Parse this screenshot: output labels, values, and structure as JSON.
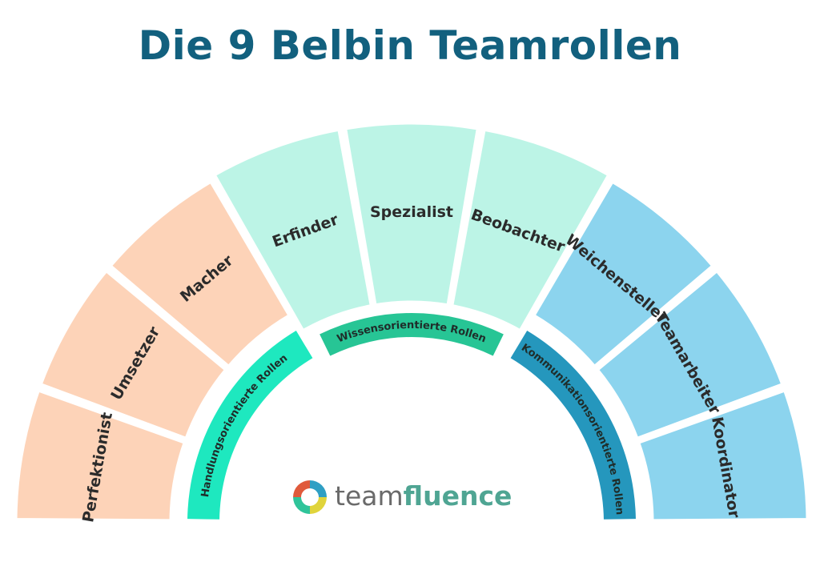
{
  "title": "Die 9 Belbin Teamrollen",
  "colors": {
    "title": "#12607e",
    "action": "#fdd3b8",
    "knowledge": "#bcf4e6",
    "communication": "#8cd4ee",
    "action_band": "#1ee8bf",
    "knowledge_band": "#27c595",
    "communication_band": "#2597bd"
  },
  "categories": [
    {
      "label": "Handlungsorientierte Rollen",
      "color": "action_band"
    },
    {
      "label": "Wissensorientierte Rollen",
      "color": "knowledge_band"
    },
    {
      "label": "Kommunikationsorientierte Rollen",
      "color": "communication_band"
    }
  ],
  "roles": [
    {
      "label": "Perfektionist",
      "group": "action"
    },
    {
      "label": "Umsetzer",
      "group": "action"
    },
    {
      "label": "Macher",
      "group": "action"
    },
    {
      "label": "Erfinder",
      "group": "knowledge"
    },
    {
      "label": "Spezialist",
      "group": "knowledge"
    },
    {
      "label": "Beobachter",
      "group": "knowledge"
    },
    {
      "label": "Weichensteller",
      "group": "communication"
    },
    {
      "label": "Teamarbeiter",
      "group": "communication"
    },
    {
      "label": "Koordinator",
      "group": "communication"
    }
  ],
  "brand": {
    "logo_icon": "teamfluence-ring-icon",
    "name_part1": "team",
    "name_part2": "fluence"
  }
}
